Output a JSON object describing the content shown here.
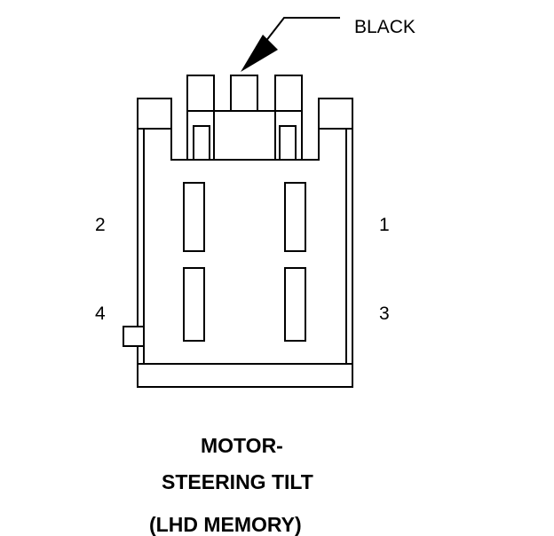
{
  "callout": {
    "color_label": "BLACK"
  },
  "pins": [
    {
      "number": "1"
    },
    {
      "number": "2"
    },
    {
      "number": "3"
    },
    {
      "number": "4"
    }
  ],
  "caption": {
    "line1": "MOTOR-",
    "line2": "STEERING TILT",
    "line3": "(LHD MEMORY)"
  },
  "colors": {
    "ink": "#000000",
    "background": "#ffffff"
  }
}
